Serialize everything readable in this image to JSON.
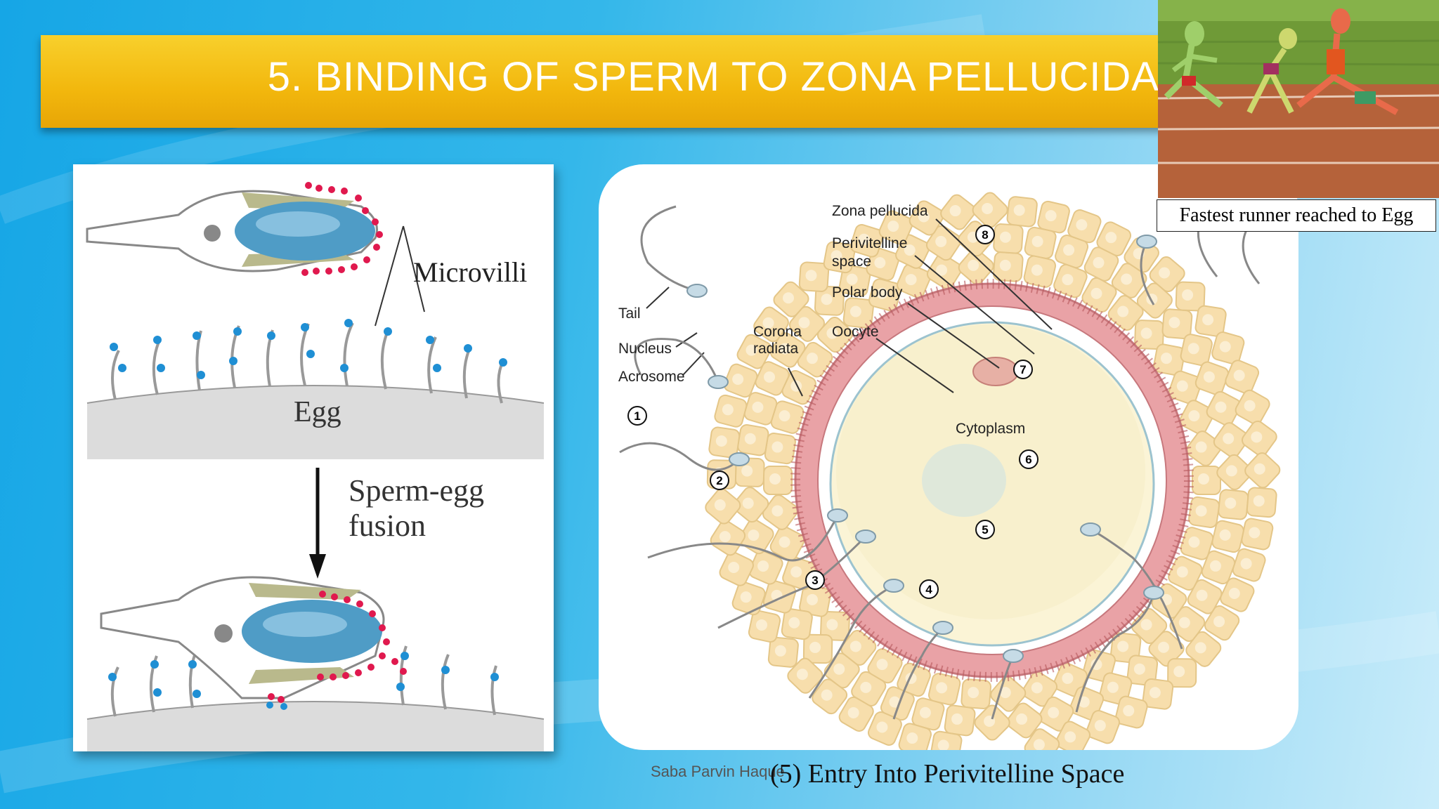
{
  "slide": {
    "title": "5.  BINDING OF SPERM TO ZONA PELLUCIDA",
    "author": "Saba Parvin Haque",
    "caption": "(5) Entry Into Perivitelline Space",
    "colors": {
      "background": "#16a6e6",
      "banner": "#f2b70d",
      "title_text": "#ffffff"
    }
  },
  "left_diagram": {
    "microvilli_label": "Microvilli",
    "egg_label": "Egg",
    "fusion_label_line1": "Sperm-egg",
    "fusion_label_line2": "fusion",
    "colors": {
      "sperm_head": "#4f9cc6",
      "binding_protein": "#e0194e",
      "microvilli_tip": "#1f8fd4"
    }
  },
  "right_diagram": {
    "labels": {
      "zona_pellucida": "Zona pellucida",
      "perivitelline_1": "Perivitelline",
      "perivitelline_2": "space",
      "polar_body": "Polar body",
      "oocyte": "Oocyte",
      "corona_1": "Corona",
      "corona_2": "radiata",
      "tail": "Tail",
      "nucleus": "Nucleus",
      "acrosome": "Acrosome",
      "cytoplasm": "Cytoplasm"
    },
    "steps": [
      "1",
      "2",
      "3",
      "4",
      "5",
      "6",
      "7",
      "8"
    ],
    "colors": {
      "zona": "#e9a2a6",
      "cytoplasm": "#fbf4d6",
      "corona_cells": "#f7deac"
    }
  },
  "race_panel": {
    "caption": "Fastest runner reached to Egg"
  }
}
